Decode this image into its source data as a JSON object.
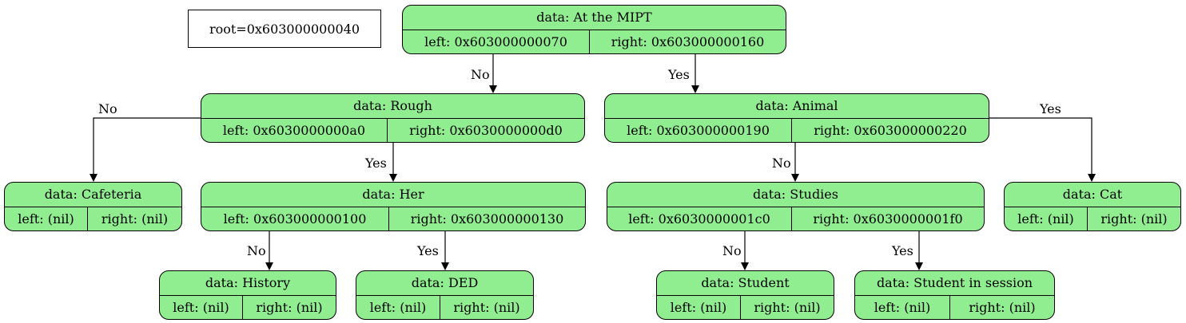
{
  "root_label": "root=0x603000000040",
  "nodes": {
    "mipt": {
      "data": "data: At the MIPT",
      "left": "left: 0x603000000070",
      "right": "right: 0x603000000160"
    },
    "rough": {
      "data": "data: Rough",
      "left": "left: 0x6030000000a0",
      "right": "right: 0x6030000000d0"
    },
    "animal": {
      "data": "data: Animal",
      "left": "left: 0x603000000190",
      "right": "right: 0x603000000220"
    },
    "cafeteria": {
      "data": "data: Cafeteria",
      "left": "left: (nil)",
      "right": "right: (nil)"
    },
    "her": {
      "data": "data: Her",
      "left": "left: 0x603000000100",
      "right": "right: 0x603000000130"
    },
    "studies": {
      "data": "data: Studies",
      "left": "left: 0x6030000001c0",
      "right": "right: 0x6030000001f0"
    },
    "cat": {
      "data": "data: Cat",
      "left": "left: (nil)",
      "right": "right: (nil)"
    },
    "history": {
      "data": "data: History",
      "left": "left: (nil)",
      "right": "right: (nil)"
    },
    "ded": {
      "data": "data: DED",
      "left": "left: (nil)",
      "right": "right: (nil)"
    },
    "student": {
      "data": "data: Student",
      "left": "left: (nil)",
      "right": "right: (nil)"
    },
    "session": {
      "data": "data: Student in session",
      "left": "left: (nil)",
      "right": "right: (nil)"
    }
  },
  "edges": [
    {
      "from": "mipt",
      "to": "rough",
      "label": "No"
    },
    {
      "from": "mipt",
      "to": "animal",
      "label": "Yes"
    },
    {
      "from": "rough",
      "to": "cafeteria",
      "label": "No"
    },
    {
      "from": "rough",
      "to": "her",
      "label": "Yes"
    },
    {
      "from": "animal",
      "to": "studies",
      "label": "No"
    },
    {
      "from": "animal",
      "to": "cat",
      "label": "Yes"
    },
    {
      "from": "her",
      "to": "history",
      "label": "No"
    },
    {
      "from": "her",
      "to": "ded",
      "label": "Yes"
    },
    {
      "from": "studies",
      "to": "student",
      "label": "No"
    },
    {
      "from": "studies",
      "to": "session",
      "label": "Yes"
    }
  ],
  "colors": {
    "node_fill": "#90ee90",
    "stroke": "#000000",
    "background": "#ffffff"
  }
}
